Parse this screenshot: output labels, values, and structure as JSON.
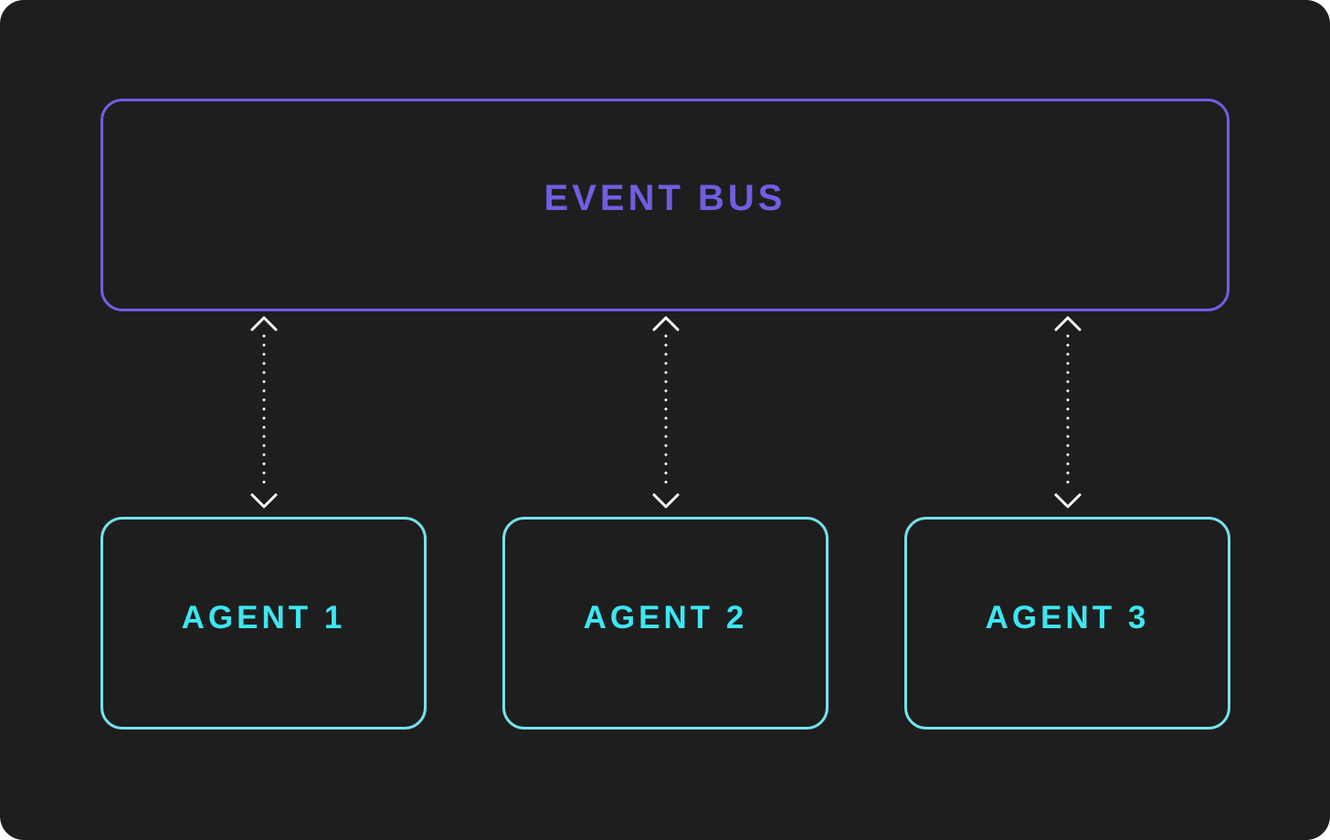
{
  "diagram": {
    "bus": {
      "label": "EVENT BUS"
    },
    "agents": [
      {
        "label": "AGENT 1"
      },
      {
        "label": "AGENT 2"
      },
      {
        "label": "AGENT 3"
      }
    ],
    "connector_style": "dotted bidirectional arrow"
  },
  "colors": {
    "background": "#1e1e1f",
    "bus_accent": "#6f5fe0",
    "agent_border": "#75e1ec",
    "agent_text": "#3ee6ef",
    "connector": "#ffffff"
  }
}
